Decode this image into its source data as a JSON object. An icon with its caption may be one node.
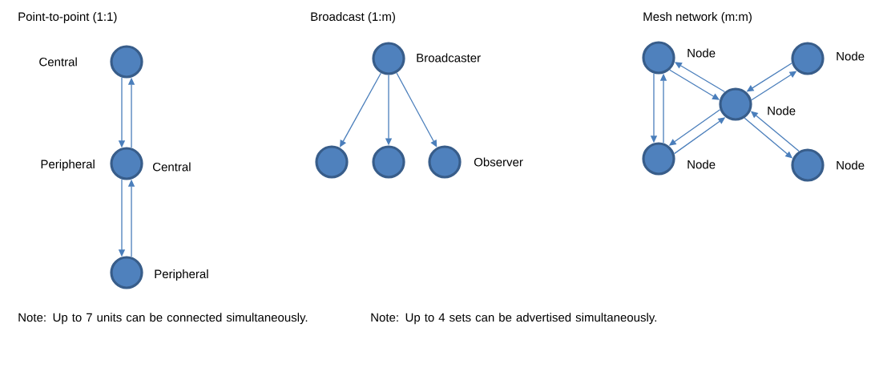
{
  "diagram": {
    "nodes": [
      {
        "text": [],
        "shape": "circle",
        "beside": [
          "Central"
        ]
      },
      {
        "text": [],
        "shape": "circle",
        "beside": [
          "Peripheral",
          "Central"
        ]
      },
      {
        "text": [],
        "shape": "circle",
        "beside": [
          "Peripheral"
        ]
      },
      {
        "text": [],
        "shape": "circle",
        "beside": [
          "Broadcaster"
        ]
      },
      {
        "text": [],
        "shape": "circle"
      },
      {
        "text": [],
        "shape": "circle"
      },
      {
        "text": [],
        "shape": "circle",
        "beside": [
          "Observer"
        ]
      },
      {
        "text": [],
        "shape": "circle",
        "beside": [
          "Node"
        ]
      },
      {
        "text": [],
        "shape": "circle",
        "beside": [
          "Node"
        ]
      },
      {
        "text": [],
        "shape": "circle",
        "beside": [
          "Node"
        ]
      },
      {
        "text": [],
        "shape": "circle",
        "beside": [
          "Node"
        ]
      },
      {
        "text": [],
        "shape": "circle",
        "beside": [
          "Node"
        ]
      }
    ],
    "edges": [
      {
        "from": 0,
        "to": 1,
        "arrow": "to"
      },
      {
        "from": 1,
        "to": 0,
        "arrow": "to"
      },
      {
        "from": 1,
        "to": 2,
        "arrow": "to"
      },
      {
        "from": 2,
        "to": 1,
        "arrow": "to"
      },
      {
        "from": 3,
        "to": 4,
        "arrow": "to"
      },
      {
        "from": 3,
        "to": 5,
        "arrow": "to"
      },
      {
        "from": 3,
        "to": 6,
        "arrow": "to"
      },
      {
        "from": 7,
        "to": 9,
        "arrow": "to"
      },
      {
        "from": 9,
        "to": 7,
        "arrow": "to"
      },
      {
        "from": 7,
        "to": 10,
        "arrow": "to"
      },
      {
        "from": 10,
        "to": 7,
        "arrow": "to"
      },
      {
        "from": 9,
        "to": 8,
        "arrow": "to"
      },
      {
        "from": 8,
        "to": 9,
        "arrow": "to"
      },
      {
        "from": 10,
        "to": 9,
        "arrow": "to"
      },
      {
        "from": 9,
        "to": 10,
        "arrow": "to"
      },
      {
        "from": 9,
        "to": 11,
        "arrow": "to"
      },
      {
        "from": 11,
        "to": 9,
        "arrow": "to"
      }
    ],
    "labels": [
      "Point-to-point  (1:1)",
      "Broadcast (1:m)",
      "Mesh network (m:m)",
      "Note: Up to 7 units can be connected simultaneously.",
      "Note: Up to 4 sets can be advertised simultaneously."
    ]
  }
}
